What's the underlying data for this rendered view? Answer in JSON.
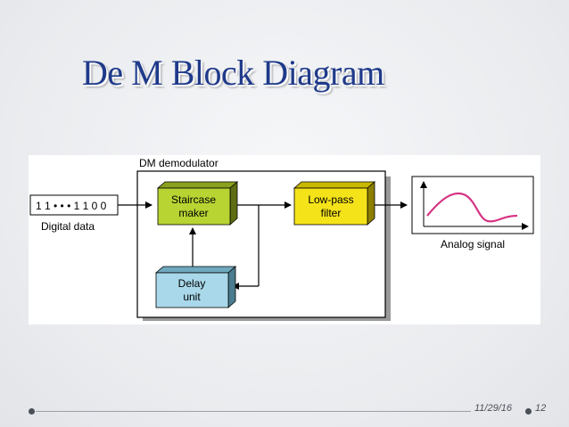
{
  "slide": {
    "title": "De M Block Diagram",
    "date": "11/29/16",
    "page_number": "12"
  },
  "diagram": {
    "group_label": "DM demodulator",
    "input_bits": "1 1 • • • 1 1 0 0",
    "input_caption": "Digital data",
    "staircase_line1": "Staircase",
    "staircase_line2": "maker",
    "lowpass_line1": "Low-pass",
    "lowpass_line2": "filter",
    "delay_line1": "Delay",
    "delay_line2": "unit",
    "output_caption": "Analog signal",
    "colors": {
      "staircase_fill": "#b7d433",
      "lowpass_fill": "#f5e31a",
      "delay_fill": "#a9d8ea",
      "signal_curve": "#d63384",
      "title": "#1f3a8a"
    }
  }
}
